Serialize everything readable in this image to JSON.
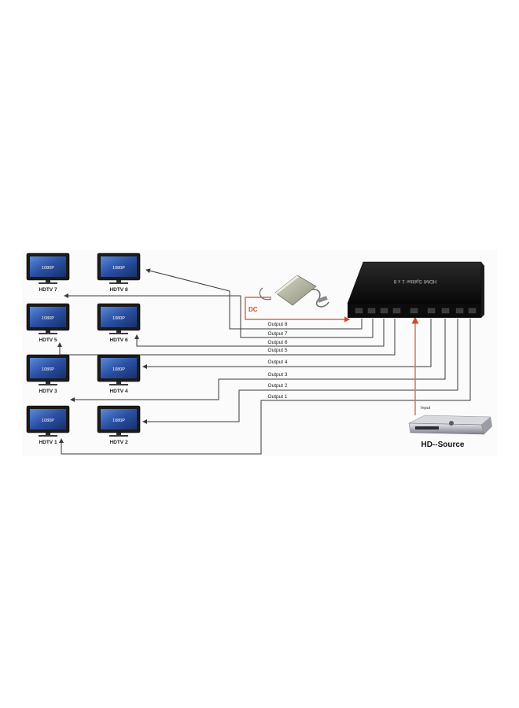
{
  "tvs": [
    {
      "label": "HDTV 7",
      "screen_text": "1080P"
    },
    {
      "label": "HDTV 8",
      "screen_text": "1080P"
    },
    {
      "label": "HDTV 5",
      "screen_text": "1080P"
    },
    {
      "label": "HDTV 6",
      "screen_text": "1080P"
    },
    {
      "label": "HDTV 3",
      "screen_text": "1080P"
    },
    {
      "label": "HDTV 4",
      "screen_text": "1080P"
    },
    {
      "label": "HDTV 1",
      "screen_text": "1080P"
    },
    {
      "label": "HDTV 2",
      "screen_text": "1080P"
    }
  ],
  "outputs": [
    "Output 8",
    "Output 7",
    "Output 6",
    "Output 5",
    "Output 4",
    "Output 3",
    "Output 2",
    "Output 1"
  ],
  "power": {
    "label": "DC"
  },
  "splitter": {
    "title": "HDMI Splitter 1 x 8"
  },
  "source": {
    "label": "HD--Source",
    "input_label": "Input"
  },
  "colors": {
    "wire": "#3a3a3a",
    "power_wire": "#d04a2a",
    "input_wire": "#d07a5a",
    "tv_bezel": "#1b1b1b",
    "tv_screen": "#2a4a9a",
    "splitter_body": "#111111"
  }
}
